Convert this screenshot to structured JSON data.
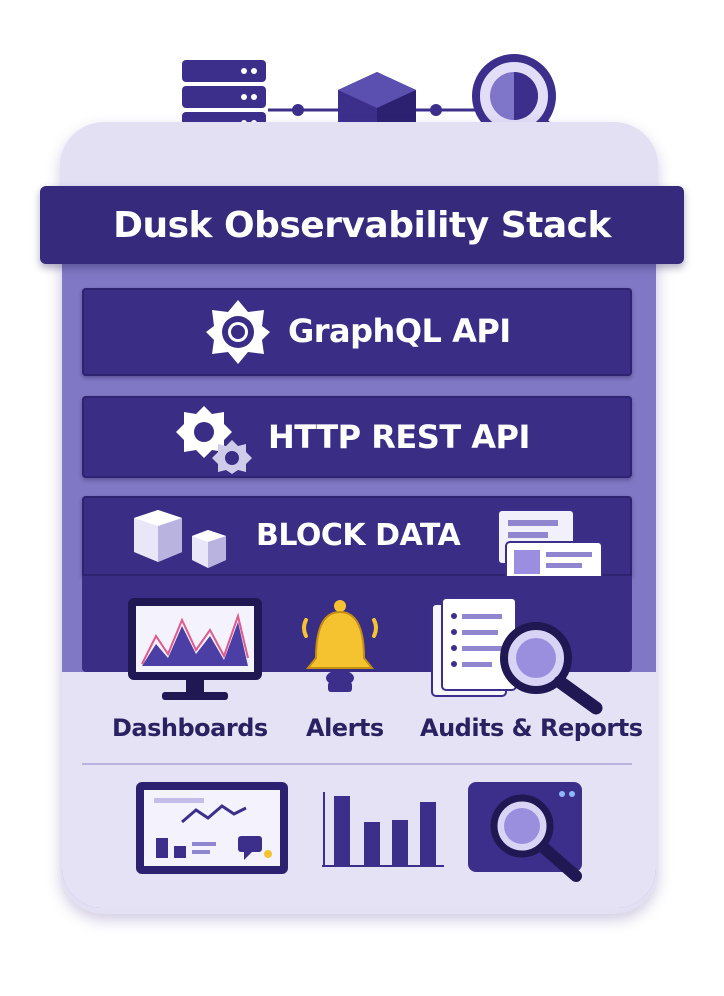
{
  "title": "Dusk Observability Stack",
  "layers": {
    "graphql": "GraphQL API",
    "rest": "HTTP REST API",
    "block": "BLOCK DATA"
  },
  "outputs": {
    "dashboards": "Dashboards",
    "alerts": "Alerts",
    "audits": "Audits & Reports"
  },
  "colors": {
    "primary": "#352a7c",
    "panel": "#8078c4",
    "card": "#e4e0f4",
    "accent_bell": "#f5c330"
  },
  "icons": [
    "server-icon",
    "cube-icon",
    "magnifier-icon",
    "gear-icon",
    "gears-icon",
    "cubes-icon",
    "documents-icon",
    "monitor-chart-icon",
    "bell-icon",
    "reports-magnifier-icon",
    "dashboard-panel-icon",
    "bar-chart-icon",
    "search-panel-icon"
  ]
}
